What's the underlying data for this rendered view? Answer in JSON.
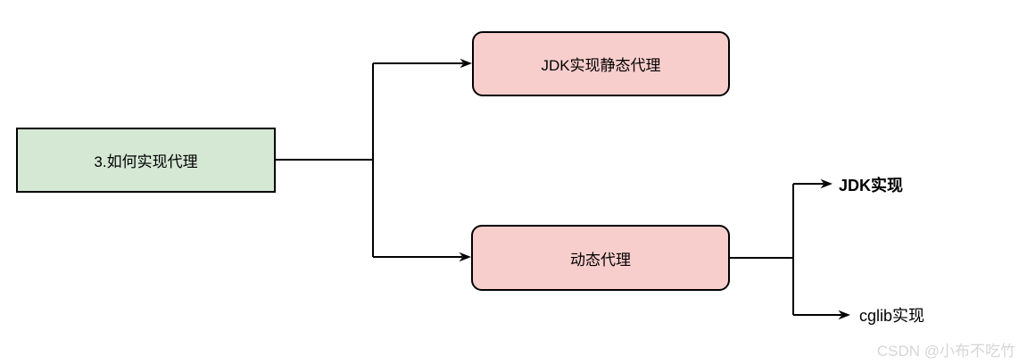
{
  "diagram": {
    "root": {
      "label": "3.如何实现代理",
      "fill": "#d5e8d4",
      "border": "#000000"
    },
    "branches": [
      {
        "label": "JDK实现静态代理",
        "fill": "#f8cecc",
        "border": "#000000"
      },
      {
        "label": "动态代理",
        "fill": "#f8cecc",
        "border": "#000000",
        "children": [
          {
            "label": "JDK实现",
            "bold": true
          },
          {
            "label": "cglib实现",
            "bold": false
          }
        ]
      }
    ],
    "line_color": "#000000"
  },
  "watermark": {
    "label": "CSDN @小布不吃竹",
    "color": "#d6d6d6"
  }
}
